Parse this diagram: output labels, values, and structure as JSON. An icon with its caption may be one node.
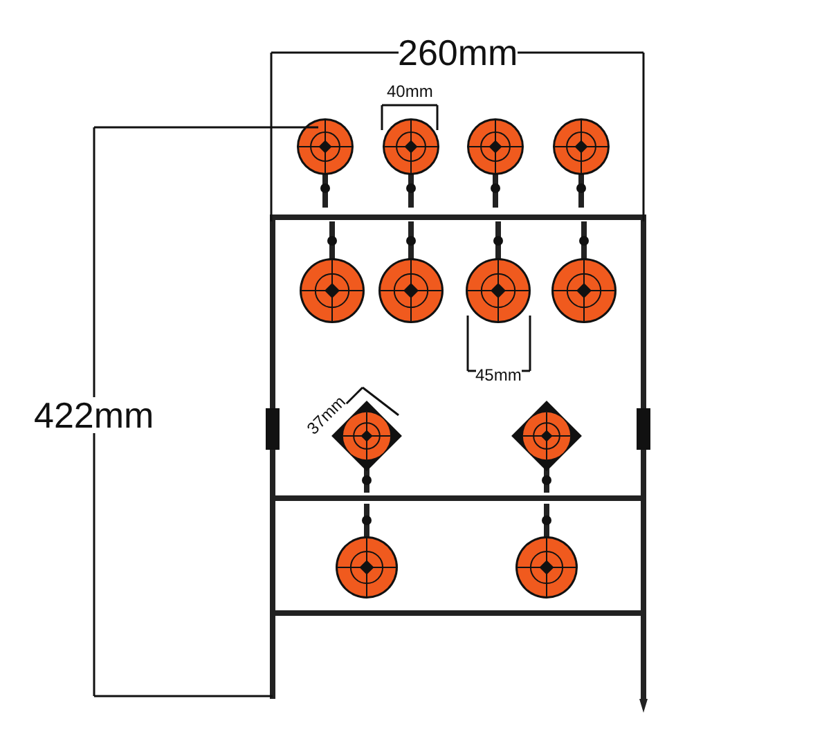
{
  "diagram": {
    "labels": [
      "260mm",
      "40mm",
      "45mm",
      "422mm",
      "37mm"
    ]
  }
}
